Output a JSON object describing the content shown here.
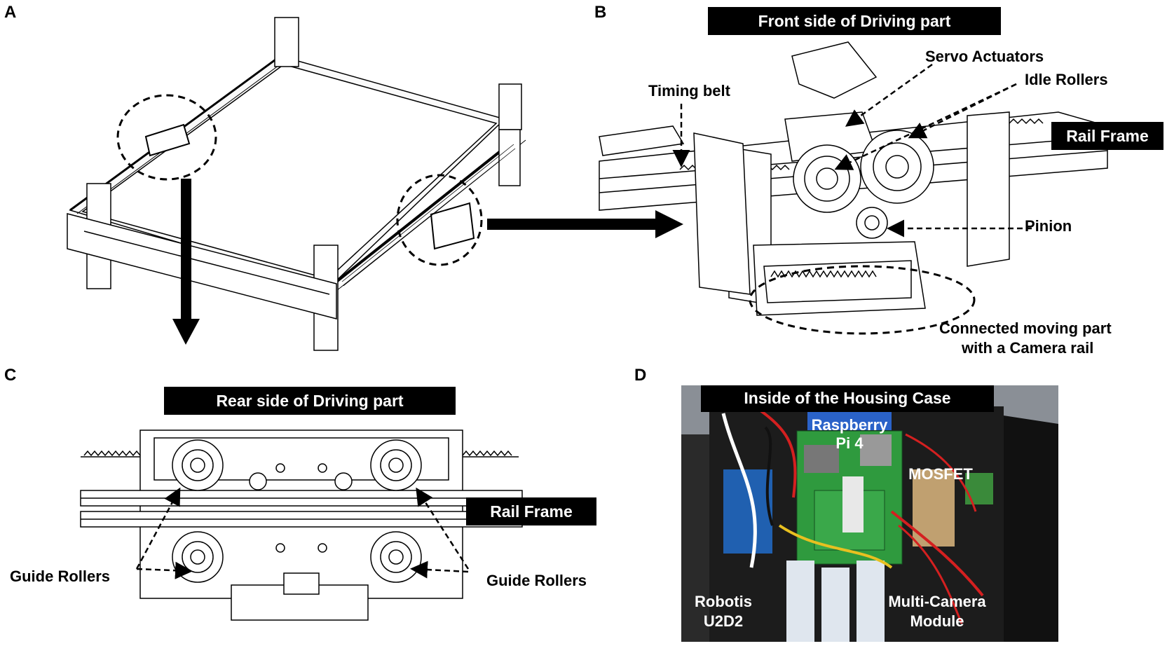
{
  "panels": {
    "a": {
      "letter": "A"
    },
    "b": {
      "letter": "B",
      "title": "Front side of Driving part",
      "labels": {
        "servo": "Servo Actuators",
        "idle": "Idle Rollers",
        "timing": "Timing belt",
        "rail": "Rail Frame",
        "pinion": "Pinion",
        "connected_1": "Connected moving part",
        "connected_2": "with a Camera rail"
      }
    },
    "c": {
      "letter": "C",
      "title": "Rear side of Driving part",
      "labels": {
        "rail": "Rail Frame",
        "guide_left": "Guide Rollers",
        "guide_right": "Guide Rollers"
      }
    },
    "d": {
      "letter": "D",
      "title": "Inside of the Housing Case",
      "labels": {
        "raspberry_1": "Raspberry",
        "raspberry_2": "Pi 4",
        "mosfet": "MOSFET",
        "robotis_1": "Robotis",
        "robotis_2": "U2D2",
        "multicam_1": "Multi-Camera",
        "multicam_2": "Module"
      }
    }
  },
  "colors": {
    "ink": "#000000",
    "paper": "#ffffff",
    "photo_bg": "#2a2a2a",
    "wire_red": "#d42020",
    "pcb_green": "#2f9a3e"
  }
}
